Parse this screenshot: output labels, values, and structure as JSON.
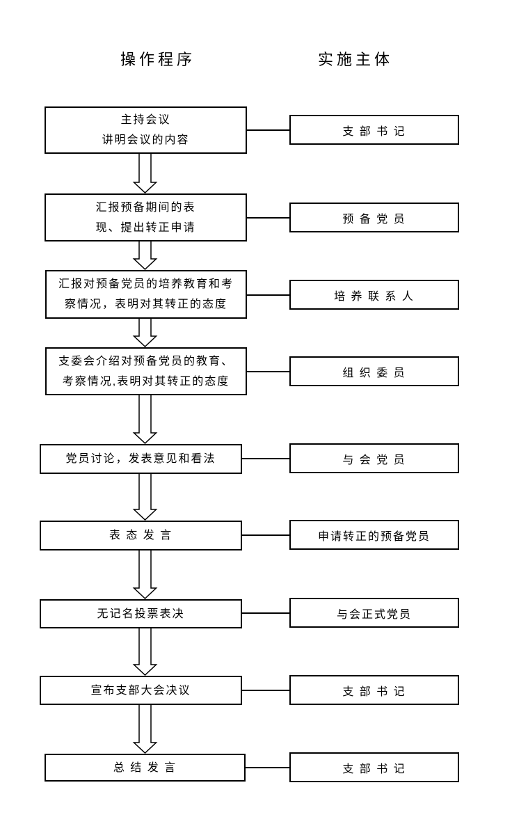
{
  "column_headers": {
    "procedure": "操作程序",
    "actor": "实施主体"
  },
  "rows": [
    {
      "step": [
        "主持会议",
        "讲明会议的内容"
      ],
      "actor": "支 部 书 记"
    },
    {
      "step": [
        "汇报预备期间的表",
        "现、提出转正申请"
      ],
      "actor": "预 备 党 员"
    },
    {
      "step": [
        "汇报对预备党员的培养教育和考",
        "察情况，表明对其转正的态度"
      ],
      "actor": "培 养 联 系 人"
    },
    {
      "step": [
        "支委会介绍对预备党员的教育、",
        "考察情况,表明对其转正的态度"
      ],
      "actor": "组 织 委 员"
    },
    {
      "step": [
        "党员讨论，发表意见和看法"
      ],
      "actor": "与 会 党 员"
    },
    {
      "step": [
        "表 态 发 言"
      ],
      "actor": "申请转正的预备党员"
    },
    {
      "step": [
        "无记名投票表决"
      ],
      "actor": "与会正式党员"
    },
    {
      "step": [
        "宣布支部大会决议"
      ],
      "actor": "支 部 书 记"
    },
    {
      "step": [
        "总 结 发 言"
      ],
      "actor": "支 部 书 记"
    }
  ],
  "colors": {
    "line": "#000000",
    "background": "#ffffff"
  }
}
